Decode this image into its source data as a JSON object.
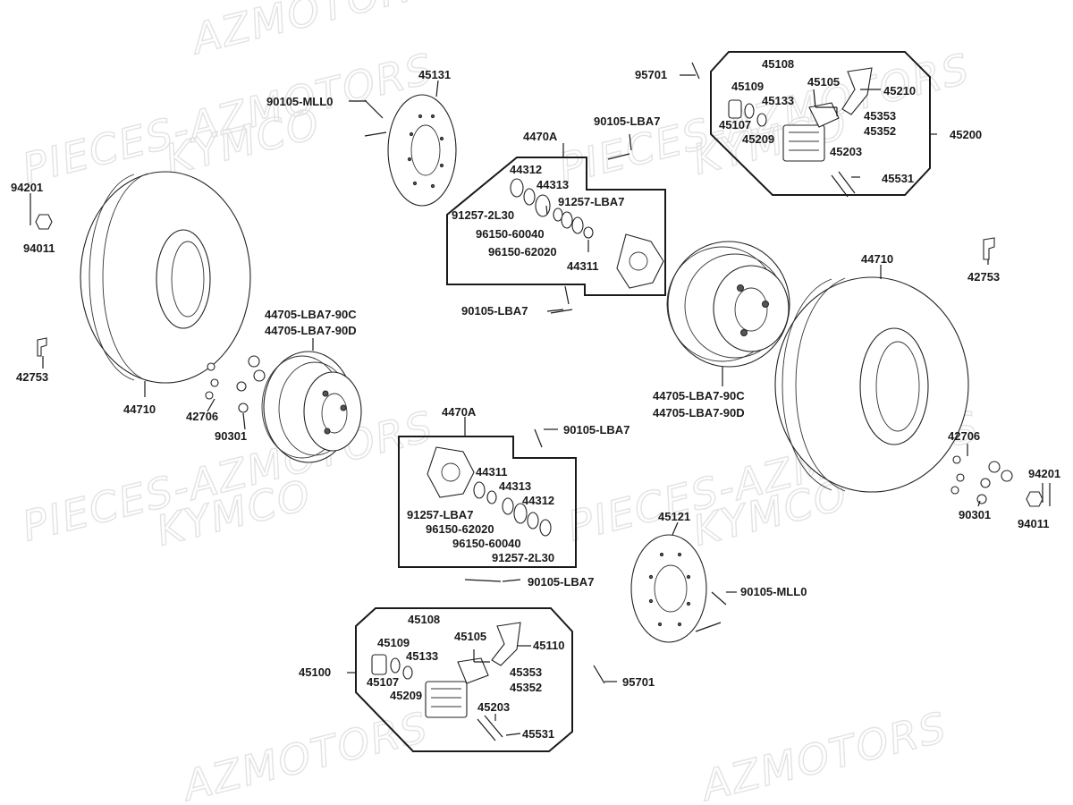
{
  "watermarks": [
    {
      "id": "wm1",
      "text": "PIECES-AZMOTORS"
    },
    {
      "id": "wm2",
      "text": "KYMCO"
    },
    {
      "id": "wm3",
      "text": "PIECES-AZMOTORS"
    },
    {
      "id": "wm4",
      "text": "KYMCO"
    },
    {
      "id": "wm5",
      "text": "PIECES-AZMOTORS"
    },
    {
      "id": "wm6",
      "text": "KYMCO"
    },
    {
      "id": "wm7",
      "text": "PIECES-AZMOTORS"
    },
    {
      "id": "wm8",
      "text": "KYMCO"
    },
    {
      "id": "wm9",
      "text": "AZMOTORS"
    },
    {
      "id": "wm10",
      "text": "AZMOTORS"
    },
    {
      "id": "wm11",
      "text": "AZMOTORS"
    }
  ],
  "labels": {
    "l45131": "45131",
    "l95701a": "95701",
    "l45108a": "45108",
    "l45109a": "45109",
    "l45105a": "45105",
    "l45210": "45210",
    "l45133a": "45133",
    "l45107a": "45107",
    "l45209a": "45209",
    "l45353a": "45353",
    "l45352a": "45352",
    "l45200": "45200",
    "l45203a": "45203",
    "l45531a": "45531",
    "l90105mll0a": "90105-MLL0",
    "l90105lba7a": "90105-LBA7",
    "l4470Aa": "4470A",
    "l44312a": "44312",
    "l44313a": "44313",
    "l912572l30a": "91257-2L30",
    "l91257lba7a": "91257-LBA7",
    "l9615060040a": "96150-60040",
    "l9615062020a": "96150-62020",
    "l44311a": "44311",
    "l90105lba7b": "90105-LBA7",
    "l94201a": "94201",
    "l94011a": "94011",
    "l42753a": "42753",
    "l44710a": "44710",
    "l44705c_a": "44705-LBA7-90C",
    "l44705d_a": "44705-LBA7-90D",
    "l42706a": "42706",
    "l90301a": "90301",
    "l44710b": "44710",
    "l42753b": "42753",
    "l44705c_b": "44705-LBA7-90C",
    "l44705d_b": "44705-LBA7-90D",
    "l42706b": "42706",
    "l90301b": "90301",
    "l94201b": "94201",
    "l94011b": "94011",
    "l4470Ab": "4470A",
    "l90105lba7c": "90105-LBA7",
    "l44311b": "44311",
    "l44313b": "44313",
    "l44312b": "44312",
    "l91257lba7b": "91257-LBA7",
    "l9615062020b": "96150-62020",
    "l9615060040b": "96150-60040",
    "l912572l30b": "91257-2L30",
    "l90105lba7d": "90105-LBA7",
    "l45121": "45121",
    "l90105mll0b": "90105-MLL0",
    "l45108b": "45108",
    "l45109b": "45109",
    "l45105b": "45105",
    "l45110": "45110",
    "l45133b": "45133",
    "l45100": "45100",
    "l45107b": "45107",
    "l45209b": "45209",
    "l45353b": "45353",
    "l45352b": "45352",
    "l95701b": "95701",
    "l45203b": "45203",
    "l45531b": "45531"
  }
}
